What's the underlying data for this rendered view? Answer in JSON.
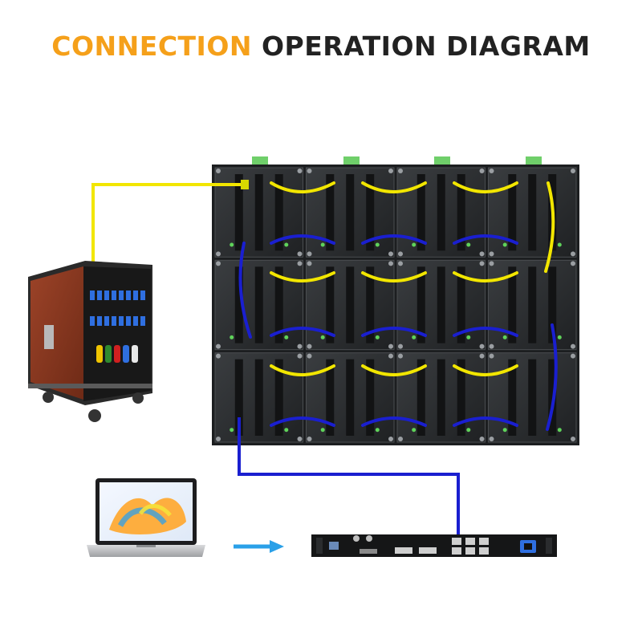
{
  "title": {
    "accent": "CONNECTION",
    "main": "OPERATION DIAGRAM"
  },
  "colors": {
    "accent": "#f5a01a",
    "title_text": "#222222",
    "power_cable": "#f2e600",
    "signal_cable": "#1a1fd0",
    "arrow": "#2aa0e8",
    "panel_body": "#2a2d2f",
    "case_wood": "#8a3a22"
  },
  "devices": [
    {
      "name": "power-distribution-case",
      "icon": "flight-case"
    },
    {
      "name": "led-cabinet-wall",
      "icon": "led-wall",
      "rows": 3,
      "cols": 4
    },
    {
      "name": "laptop",
      "icon": "laptop"
    },
    {
      "name": "led-video-processor",
      "icon": "rack-processor"
    }
  ],
  "connections": [
    {
      "from": "power-distribution-case",
      "to": "led-cabinet-wall",
      "type": "power"
    },
    {
      "from": "led-video-processor",
      "to": "led-cabinet-wall",
      "type": "signal"
    },
    {
      "from": "laptop",
      "to": "led-video-processor",
      "type": "arrow"
    }
  ]
}
